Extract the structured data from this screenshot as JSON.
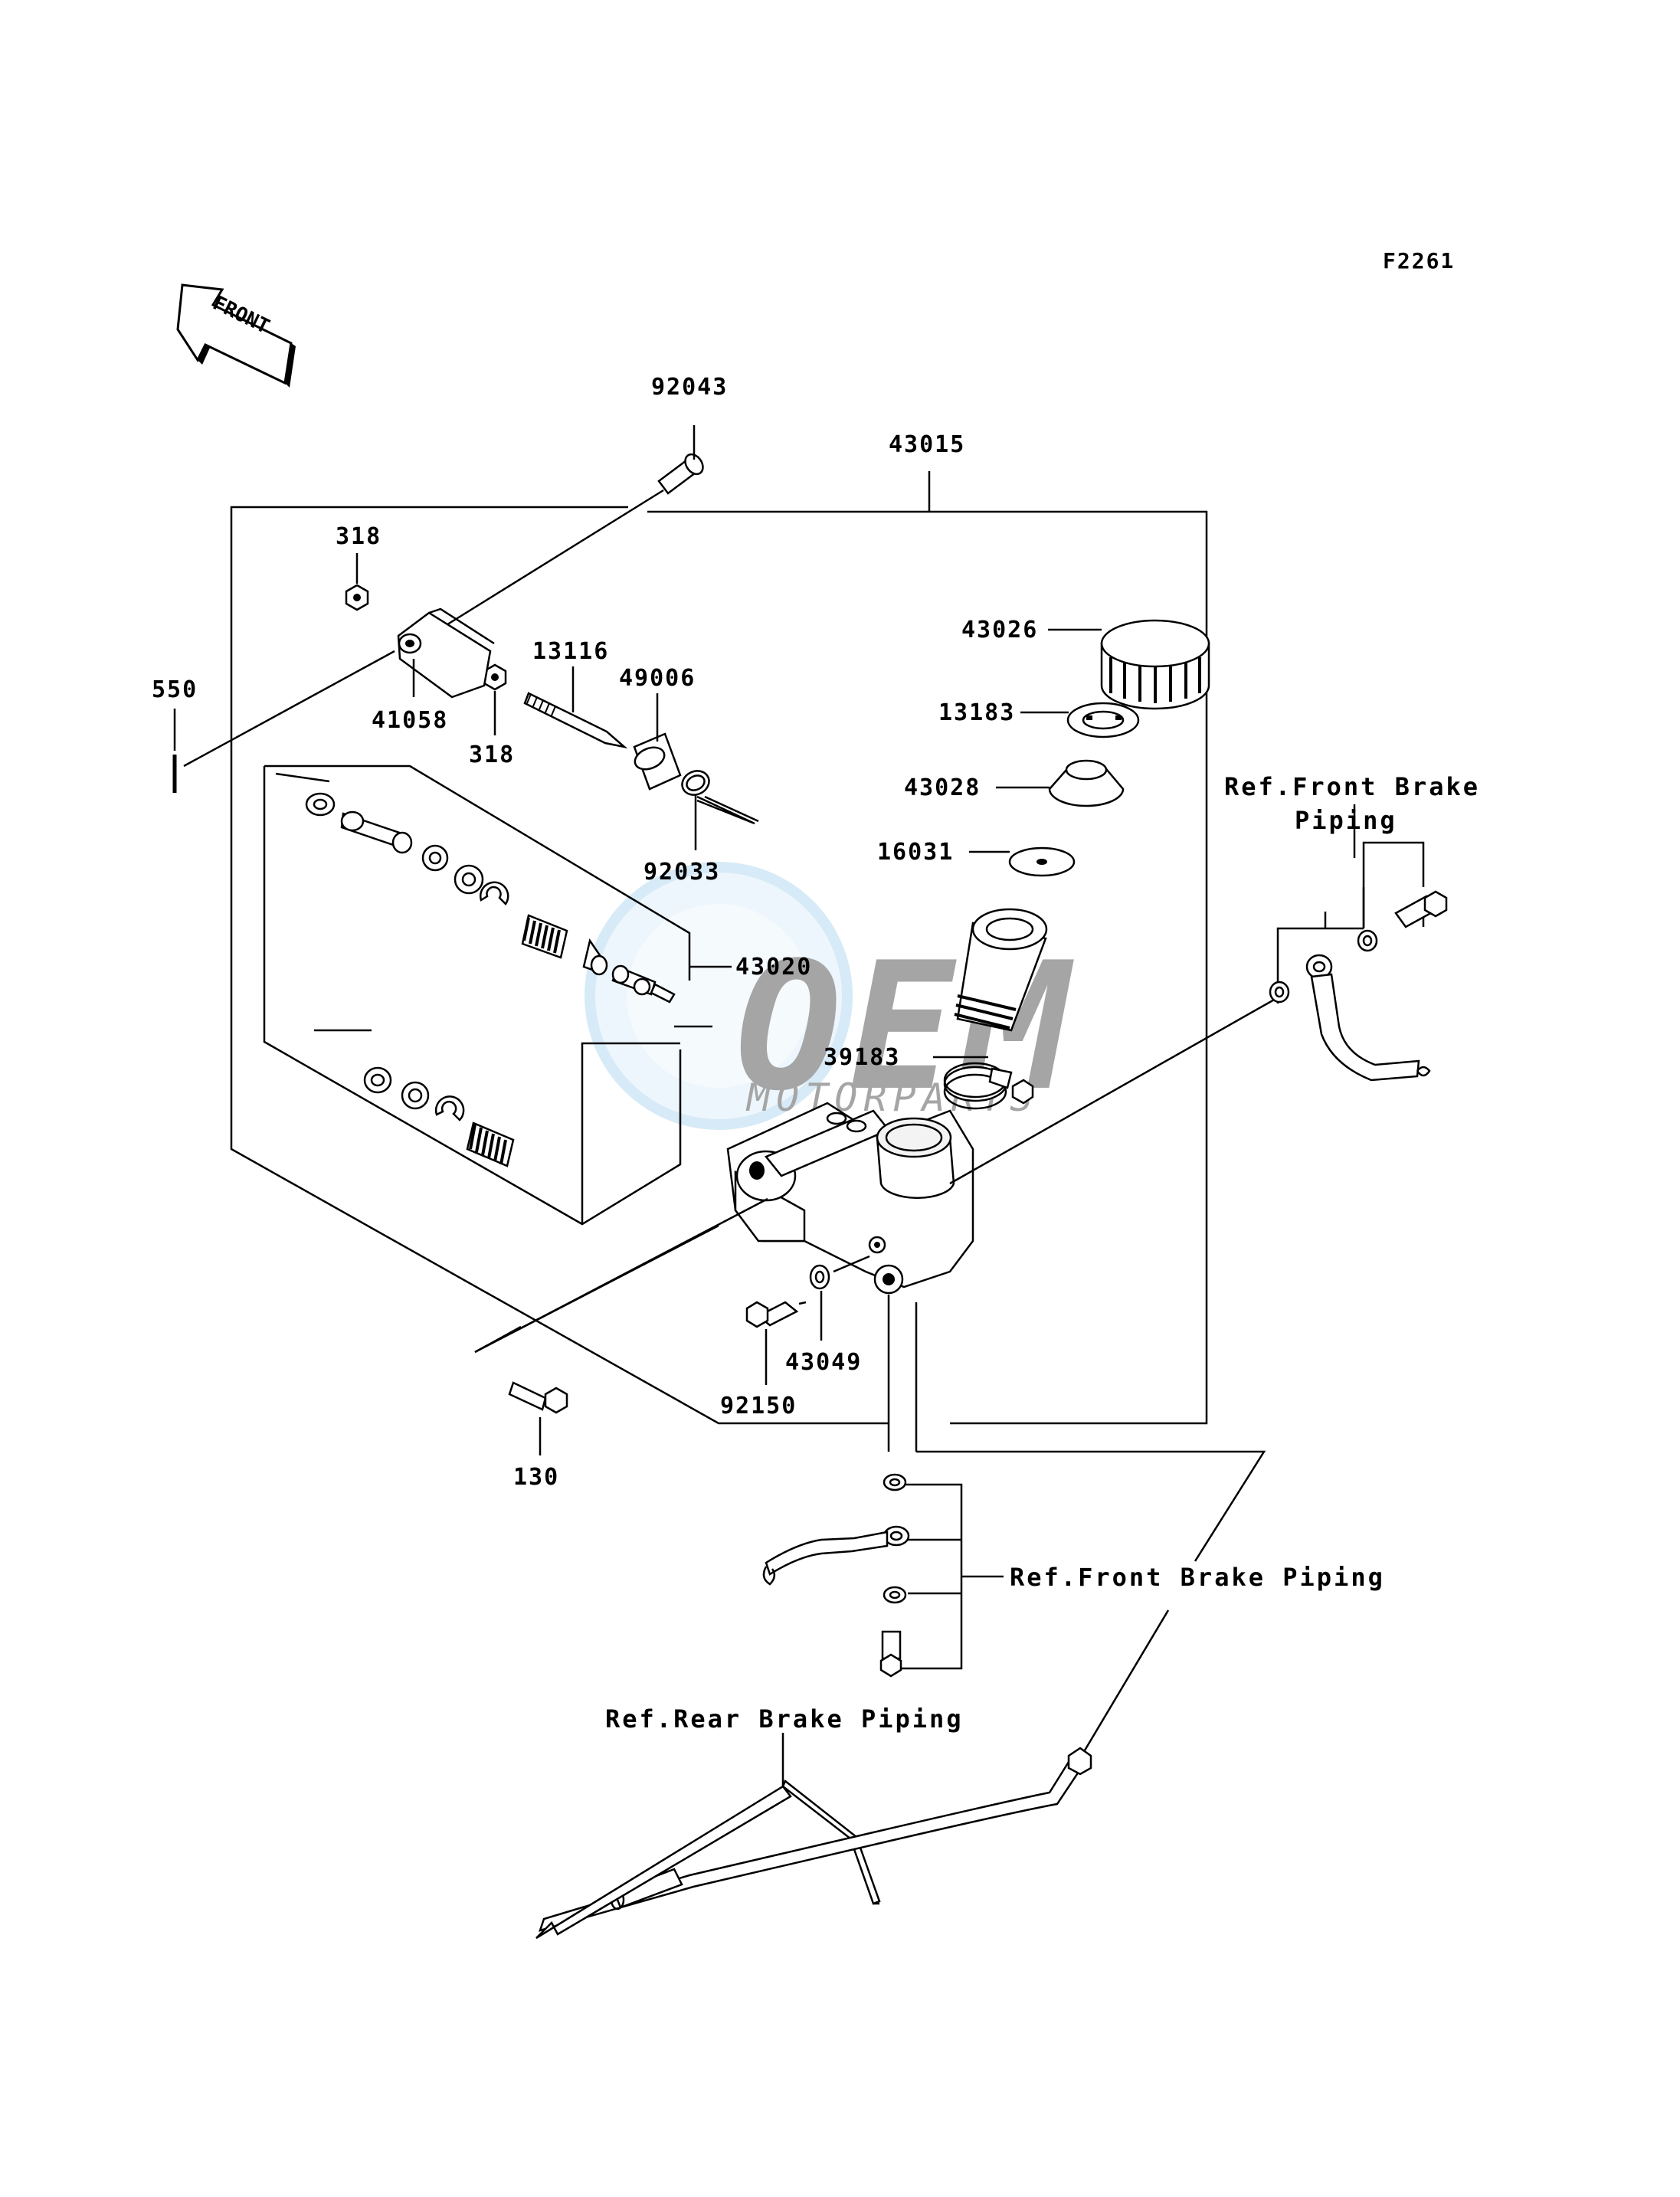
{
  "figure_code": "F2261",
  "front_arrow": {
    "text": "FRONT",
    "icon": "front-direction-arrow-icon"
  },
  "watermark": {
    "brand": "OEM",
    "sub": "MOTORPARTS"
  },
  "parts": {
    "p92043": "92043",
    "p43015": "43015",
    "p318a": "318",
    "p318b": "318",
    "p41058": "41058",
    "p13116": "13116",
    "p49006": "49006",
    "p550": "550",
    "p92033": "92033",
    "p43026": "43026",
    "p13183": "13183",
    "p43028": "43028",
    "p16031": "16031",
    "p43020": "43020",
    "p39183": "39183",
    "p43049": "43049",
    "p92150": "92150",
    "p130": "130"
  },
  "refs": {
    "front_top_line1": "Ref.Front Brake",
    "front_top_line2": "Piping",
    "front_mid": "Ref.Front Brake Piping",
    "rear": "Ref.Rear Brake Piping"
  }
}
